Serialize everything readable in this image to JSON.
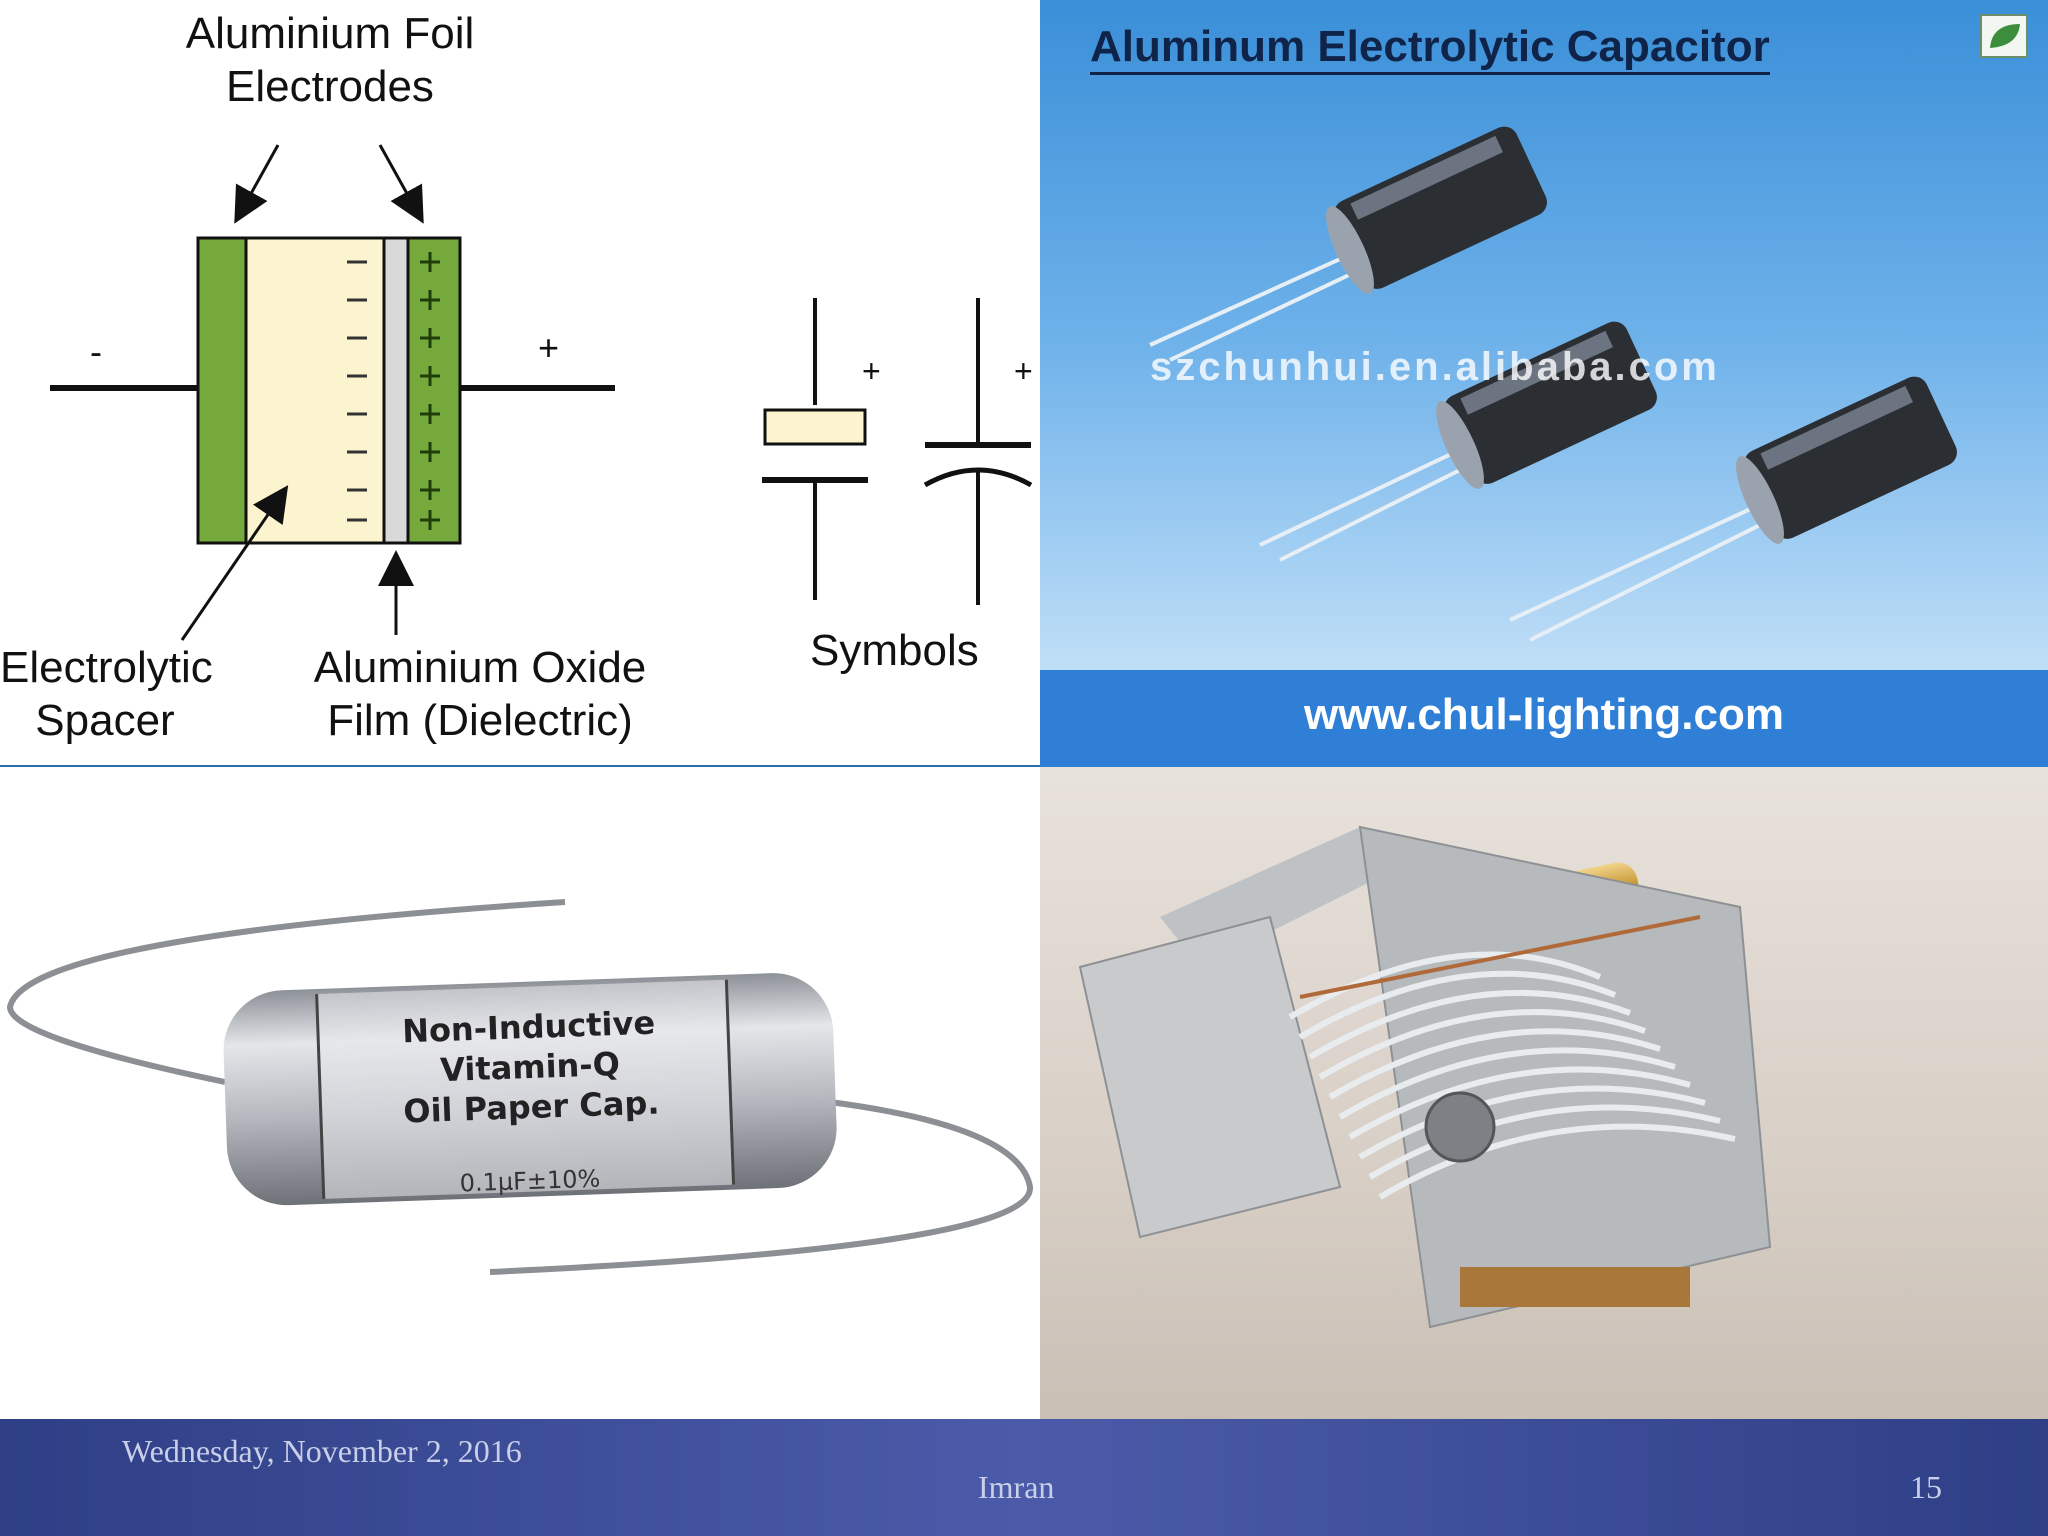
{
  "diagram": {
    "foil_label_line1": "Aluminium Foil",
    "foil_label_line2": "Electrodes",
    "minus_sign": "-",
    "plus_sign": "+",
    "spacer_label_line1": "Electrolytic",
    "spacer_label_line2": "Spacer",
    "oxide_label_line1": "Aluminium Oxide",
    "oxide_label_line2": "Film (Dielectric)",
    "symbols_label": "Symbols",
    "symbol_plus": "+",
    "colors": {
      "electrode": "#76a93c",
      "electrolyte": "#fbf4cf",
      "oxide": "#d9d9d9"
    }
  },
  "aluminum_photo": {
    "title": "Aluminum Electrolytic Capacitor",
    "watermark": "szchunhui.en.alibaba.com",
    "footer_url": "www.chul-lighting.com",
    "icon": "leaf-logo-icon"
  },
  "oil_capacitor_photo": {
    "label_line1": "Non-Inductive",
    "label_line2": "Vitamin-Q",
    "label_line3": "Oil Paper Cap.",
    "value": "0.1µF±10%"
  },
  "variable_capacitor_photo": {
    "icon": "variable-capacitor-image"
  },
  "footer": {
    "date": "Wednesday, November 2, 2016",
    "author": "Imran",
    "page": "15"
  }
}
